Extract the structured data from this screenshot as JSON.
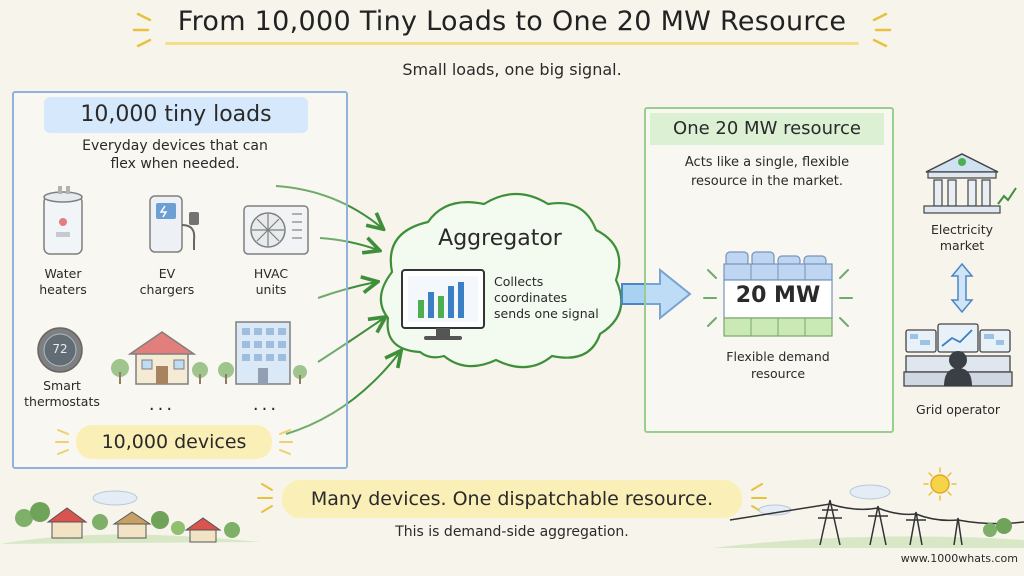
{
  "header": {
    "title": "From 10,000 Tiny Loads to One 20 MW Resource",
    "subtitle": "Small loads, one big signal."
  },
  "left_panel": {
    "heading": "10,000 tiny loads",
    "description_line1": "Everyday devices that can",
    "description_line2": "flex when needed.",
    "devices": [
      {
        "line1": "Water",
        "line2": "heaters",
        "icon": "water-heater-icon"
      },
      {
        "line1": "EV",
        "line2": "chargers",
        "icon": "ev-charger-icon"
      },
      {
        "line1": "HVAC",
        "line2": "units",
        "icon": "hvac-icon"
      },
      {
        "line1": "Smart",
        "line2": "thermostats",
        "icon": "thermostat-icon"
      }
    ],
    "thermostat_reading": "72",
    "ellipsis": "...",
    "count_label": "10,000 devices"
  },
  "aggregator": {
    "title": "Aggregator",
    "line1": "Collects",
    "line2": "coordinates",
    "line3": "sends one signal"
  },
  "right_panel": {
    "heading": "One 20 MW resource",
    "description_line1": "Acts like a single, flexible",
    "description_line2": "resource in the market.",
    "battery_label": "20 MW",
    "caption_line1": "Flexible demand",
    "caption_line2": "resource"
  },
  "market": {
    "line1": "Electricity",
    "line2": "market"
  },
  "operator": {
    "label": "Grid operator"
  },
  "footer": {
    "tagline": "Many devices. One dispatchable resource.",
    "note": "This is demand-side aggregation.",
    "website": "www.1000whats.com"
  },
  "colors": {
    "arrow_green": "#3f8f3a",
    "left_border": "#8fb3de",
    "right_border": "#98cf8e",
    "highlight": "#fbefb8",
    "big_arrow": "#8fc0ec"
  }
}
